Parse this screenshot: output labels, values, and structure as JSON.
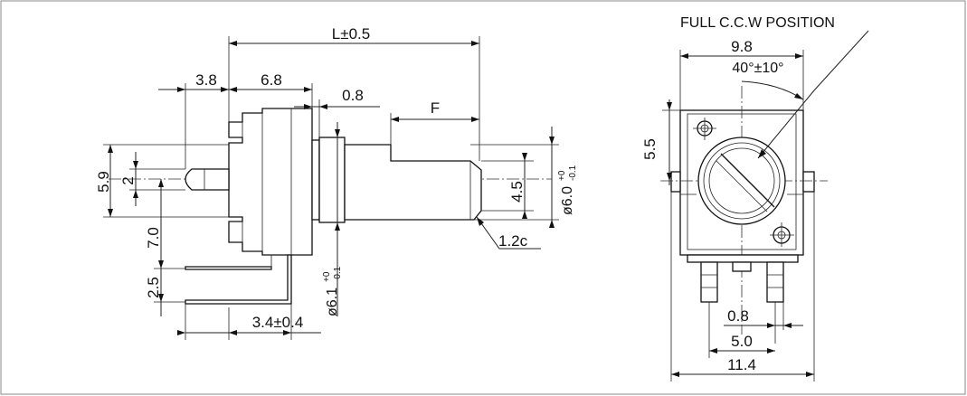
{
  "side_view": {
    "dim_L": "L±0.5",
    "dim_3_8": "3.8",
    "dim_6_8": "6.8",
    "dim_0_8": "0.8",
    "dim_F": "F",
    "dim_5_9": "5.9",
    "dim_2": "2",
    "dim_7_0": "7.0",
    "dim_2_5": "2.5",
    "dim_3_4": "3.4±0.4",
    "dim_4_5": "4.5",
    "dim_6_0": "ø6.0",
    "dim_6_0_tol_upper": "+0",
    "dim_6_0_tol_lower": "-0.1",
    "dim_6_1": "ø6.1",
    "dim_6_1_tol_upper": "+0",
    "dim_6_1_tol_lower": "-0.1",
    "dim_chamfer": "1.2c"
  },
  "front_view": {
    "callout": "FULL C.C.W POSITION",
    "dim_9_8": "9.8",
    "dim_angle": "40°±10°",
    "dim_5_5": "5.5",
    "dim_0_8": "0.8",
    "dim_5_0": "5.0",
    "dim_11_4": "11.4"
  }
}
